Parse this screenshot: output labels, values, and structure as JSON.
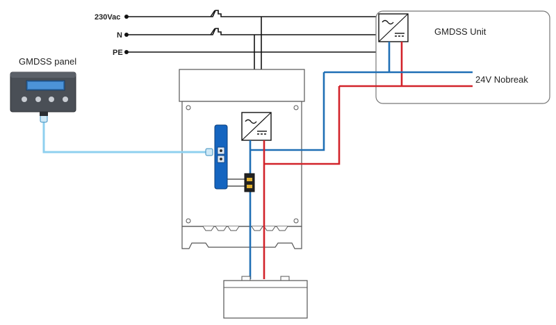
{
  "labels": {
    "line_230vac": "230Vac",
    "neutral": "N",
    "protective_earth": "PE",
    "gmdss_panel": "GMDSS panel",
    "gmdss_unit": "GMDSS Unit",
    "nobreak_24v": "24V Nobreak"
  },
  "colors": {
    "positive_wire": "#d2232a",
    "negative_wire": "#1f6fb5",
    "data_cable": "#8fd0ef",
    "ac_wire": "#111111",
    "cabinet_outline": "#555555"
  },
  "icons": {
    "breaker": "circuit-breaker-icon",
    "converter": "ac-dc-converter-icon",
    "battery": "battery-icon",
    "panel": "control-panel-icon",
    "fuse_holder": "fuse-holder-icon",
    "controller": "controller-module-icon"
  }
}
